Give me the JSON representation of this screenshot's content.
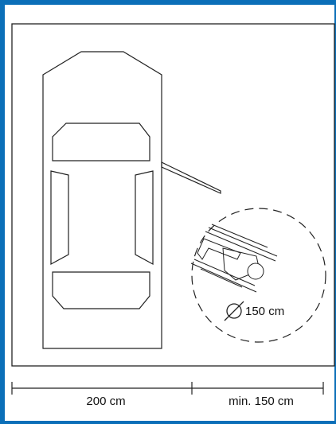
{
  "labels": {
    "turning_circle": "150 cm",
    "width_car_space": "200 cm",
    "width_access_space": "min. 150 cm"
  },
  "colors": {
    "border": "#0b6fb8",
    "line": "#222222",
    "background": "#ffffff"
  },
  "icons": {
    "diameter_symbol": "diameter-icon",
    "wheelchair_user": "wheelchair-user-icon"
  }
}
